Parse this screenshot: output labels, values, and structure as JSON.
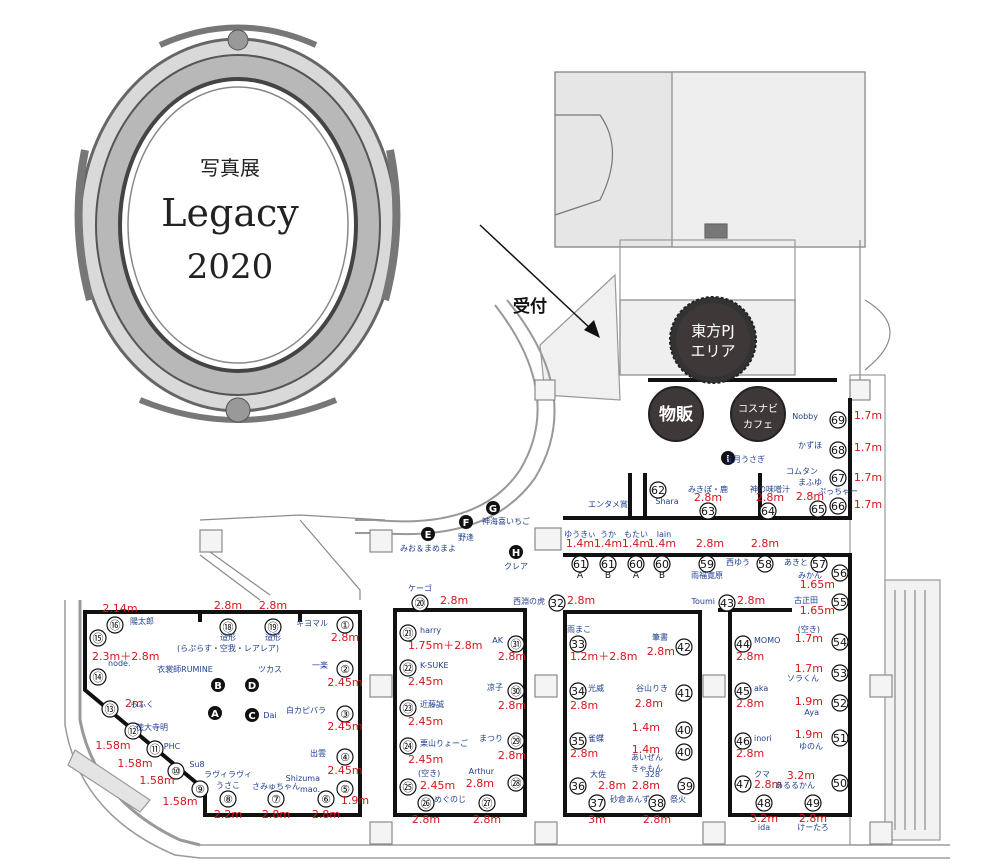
{
  "title": {
    "line1": "写真展",
    "line2": "Legacy",
    "line3": "2020"
  },
  "reception": "受付",
  "areas": [
    {
      "id": "touhou",
      "label1": "東方PJ",
      "label2": "エリア"
    },
    {
      "id": "buppan",
      "label1": "物販",
      "label2": ""
    },
    {
      "id": "cafe",
      "label1": "コスナビ",
      "label2": "カフェ"
    }
  ],
  "booths": [
    {
      "no": "①",
      "name": "キヨマル",
      "size": "2.8m"
    },
    {
      "no": "②",
      "name": "一楽",
      "size": "2.45m"
    },
    {
      "no": "③",
      "name": "白カピバラ",
      "size": "2.45m"
    },
    {
      "no": "④",
      "name": "出雲",
      "size": "2.45m"
    },
    {
      "no": "⑤",
      "name": "Shizuma\nmao.",
      "size": "1.9m"
    },
    {
      "no": "⑥",
      "name": "",
      "size": "2.8m"
    },
    {
      "no": "⑦",
      "name": "さみゅちゃん",
      "size": "2.8m"
    },
    {
      "no": "⑧",
      "name": "ラヴィラヴィ\nうさこ",
      "size": "2.2m"
    },
    {
      "no": "⑨",
      "name": "",
      "size": "1.58m"
    },
    {
      "no": "⑩",
      "name": "Su8",
      "size": "1.58m"
    },
    {
      "no": "⑪",
      "name": "PHC",
      "size": "1.58m"
    },
    {
      "no": "⑫",
      "name": "徳大寺明",
      "size": "1.58m"
    },
    {
      "no": "⑬",
      "name": "らふく",
      "size": "2m"
    },
    {
      "no": "⑭",
      "name": "node.",
      "size": "2.3m＋2.8m"
    },
    {
      "no": "⑮",
      "name": "",
      "size": ""
    },
    {
      "no": "⑯",
      "name": "陽太郎",
      "size": "2.14m"
    },
    {
      "no": "⑱",
      "name": "造形\n(らぷらす・空我・レアレア)",
      "size": "2.8m"
    },
    {
      "no": "⑲",
      "name": "造形",
      "size": "2.8m"
    },
    {
      "no": "⑳",
      "name": "ケーゴ",
      "size": "2.8m"
    },
    {
      "no": "㉑",
      "name": "harry",
      "size": "1.75m＋2.8m"
    },
    {
      "no": "㉒",
      "name": "K-SUKE",
      "size": "2.45m"
    },
    {
      "no": "㉓",
      "name": "近藤誠",
      "size": "2.45m"
    },
    {
      "no": "㉔",
      "name": "栗山りょーご",
      "size": "2.45m"
    },
    {
      "no": "㉕",
      "name": "(空き)",
      "size": "2.45m"
    },
    {
      "no": "㉖",
      "name": "めぐのじ",
      "size": "2.8m"
    },
    {
      "no": "㉗",
      "name": "",
      "size": "2.8m"
    },
    {
      "no": "㉘",
      "name": "Arthur",
      "size": "2.8m"
    },
    {
      "no": "㉙",
      "name": "まつり",
      "size": "2.8m"
    },
    {
      "no": "㉚",
      "name": "凉子",
      "size": "2.8m"
    },
    {
      "no": "㉛",
      "name": "AK",
      "size": "2.8m"
    },
    {
      "no": "32",
      "name": "西淵の虎",
      "size": "2.8m"
    },
    {
      "no": "33",
      "name": "雨まこ",
      "size": "1.2m＋2.8m"
    },
    {
      "no": "34",
      "name": "光威",
      "size": "2.8m"
    },
    {
      "no": "35",
      "name": "雀蝶",
      "size": "2.8m"
    },
    {
      "no": "36",
      "name": "大佐",
      "size": "2.8m"
    },
    {
      "no": "37",
      "name": "砂倉あんず",
      "size": "3m"
    },
    {
      "no": "38",
      "name": "祭火",
      "size": "2.8m"
    },
    {
      "no": "39",
      "name": "328",
      "size": "2.8m"
    },
    {
      "no": "40A",
      "name": "",
      "size": "1.4m"
    },
    {
      "no": "40B",
      "name": "あいぜん\nきゃもん",
      "size": "1.4m"
    },
    {
      "no": "41",
      "name": "谷山りき",
      "size": "2.8m"
    },
    {
      "no": "42",
      "name": "筆書",
      "size": "2.8m"
    },
    {
      "no": "43",
      "name": "Toumi",
      "size": "2.8m"
    },
    {
      "no": "44",
      "name": "MOMO",
      "size": "2.8m"
    },
    {
      "no": "45",
      "name": "aka",
      "size": "2.8m"
    },
    {
      "no": "46",
      "name": "inori",
      "size": "2.8m"
    },
    {
      "no": "47",
      "name": "クマ",
      "size": "2.8m"
    },
    {
      "no": "48",
      "name": "ida",
      "size": "3.2m"
    },
    {
      "no": "49",
      "name": "けーたろ",
      "size": "2.8m"
    },
    {
      "no": "50",
      "name": "あるるかん",
      "size": "3.2m"
    },
    {
      "no": "51",
      "name": "ゆのん",
      "size": "1.9m"
    },
    {
      "no": "52",
      "name": "Aya",
      "size": "1.9m"
    },
    {
      "no": "53",
      "name": "ソラくん",
      "size": "1.7m"
    },
    {
      "no": "54",
      "name": "(空き)",
      "size": "1.7m"
    },
    {
      "no": "55",
      "name": "古正田",
      "size": "1.65m"
    },
    {
      "no": "56",
      "name": "みかん",
      "size": "1.65m"
    },
    {
      "no": "57",
      "name": "あきと",
      "size": ""
    },
    {
      "no": "58",
      "name": "西ゆう",
      "size": "2.8m"
    },
    {
      "no": "59",
      "name": "雨福寛原",
      "size": "2.8m"
    },
    {
      "no": "60A",
      "name": "もたい",
      "size": "1.4m"
    },
    {
      "no": "60B",
      "name": "lain",
      "size": "1.4m"
    },
    {
      "no": "61A",
      "name": "ゆうきぃ",
      "size": "1.4m"
    },
    {
      "no": "61B",
      "name": "うか",
      "size": "1.4m"
    },
    {
      "no": "62",
      "name": "Shara",
      "size": ""
    },
    {
      "no": "63",
      "name": "みきぽ・鹿",
      "size": "2.8m"
    },
    {
      "no": "64",
      "name": "神の味噌汁",
      "size": "2.8m"
    },
    {
      "no": "65",
      "name": "まふゆ",
      "size": "2.8m"
    },
    {
      "no": "66",
      "name": "ぷっちゃー",
      "size": "1.7m"
    },
    {
      "no": "67",
      "name": "コムタン",
      "size": "1.7m"
    },
    {
      "no": "68",
      "name": "かずほ",
      "size": "1.7m"
    },
    {
      "no": "69",
      "name": "Nobby",
      "size": "1.7m"
    }
  ],
  "letters": [
    {
      "id": "A",
      "name": ""
    },
    {
      "id": "B",
      "name": "衣裳師RUMINE"
    },
    {
      "id": "C",
      "name": "Dai"
    },
    {
      "id": "D",
      "name": "ツカス"
    },
    {
      "id": "E",
      "name": "みお＆まめまよ"
    },
    {
      "id": "F",
      "name": "野逢"
    },
    {
      "id": "G",
      "name": "神海喜いちご"
    },
    {
      "id": "H",
      "name": "クレア"
    },
    {
      "id": "I",
      "name": "五月うさぎ"
    }
  ],
  "misc": {
    "entame": "エンタメ賞",
    "sub_a": "A",
    "sub_b": "B"
  }
}
